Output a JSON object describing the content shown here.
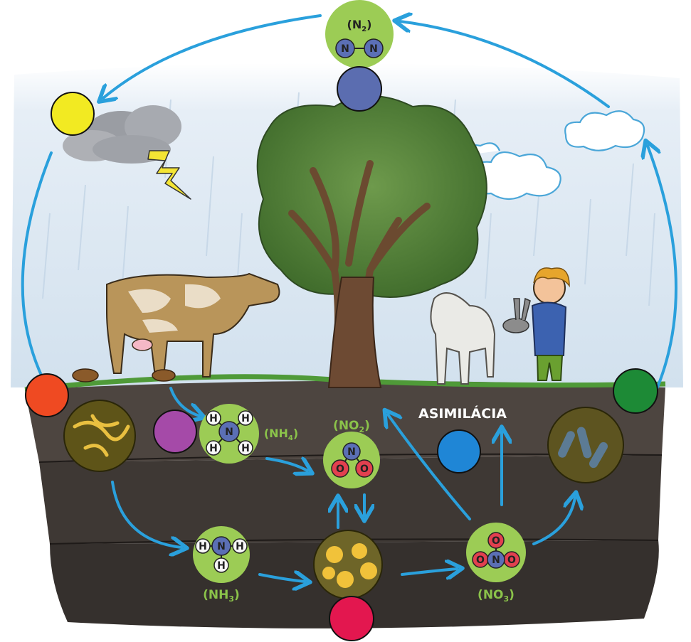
{
  "labels": {
    "n2_prefix": "(N",
    "n2_sub": "2",
    "n2_suffix": ")",
    "nh4_prefix": "(NH",
    "nh4_sub": "4",
    "nh4_suffix": ")",
    "no2_prefix": "(NO",
    "no2_sub": "2",
    "no2_suffix": ")",
    "nh3_prefix": "(NH",
    "nh3_sub": "3",
    "nh3_suffix": ")",
    "no3_prefix": "(NO",
    "no3_sub": "3",
    "no3_suffix": ")",
    "assimilation": "ASIMILÁCIA"
  },
  "atoms": {
    "nitrogen": "N",
    "hydrogen": "H",
    "oxygen": "O"
  },
  "colors": {
    "arrow": "#2aa0dc",
    "molecule_bg": "#9ccc55",
    "nitrogen": "#5b6fb5",
    "oxygen": "#e2404f",
    "hydrogen": "#f7f7f7",
    "marker_yellow": "#f2ea22",
    "marker_blue_top": "#5b6db0",
    "marker_orange": "#ef4a22",
    "marker_purple": "#a54aa8",
    "marker_blue": "#1f86d6",
    "marker_green": "#1d8a36",
    "marker_red": "#e3174f"
  }
}
